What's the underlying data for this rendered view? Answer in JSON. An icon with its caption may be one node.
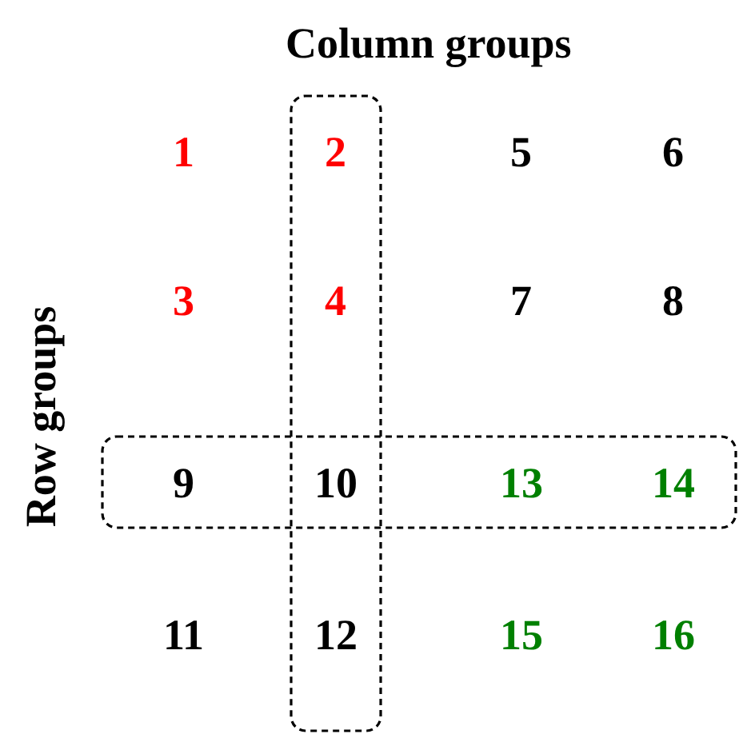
{
  "diagram": {
    "labels": [
      "Column groups",
      "Row groups",
      "1",
      "2",
      "5",
      "6",
      "3",
      "4",
      "7",
      "8",
      "9",
      "10",
      "13",
      "14",
      "11",
      "12",
      "15",
      "16"
    ]
  }
}
